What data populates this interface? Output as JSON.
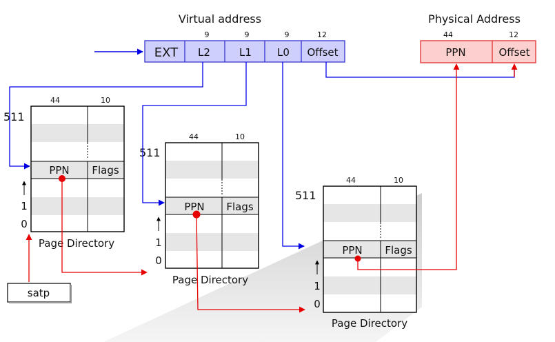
{
  "virtual": {
    "title": "Virtual address",
    "fields": [
      {
        "label": "EXT",
        "bits": ""
      },
      {
        "label": "L2",
        "bits": "9"
      },
      {
        "label": "L1",
        "bits": "9"
      },
      {
        "label": "L0",
        "bits": "9"
      },
      {
        "label": "Offset",
        "bits": "12"
      }
    ]
  },
  "physical": {
    "title": "Physical Address",
    "fields": [
      {
        "label": "PPN",
        "bits": "44"
      },
      {
        "label": "Offset",
        "bits": "12"
      }
    ]
  },
  "tables": [
    {
      "caption": "Page Directory",
      "top_index": "511",
      "index_one": "1",
      "index_zero": "0",
      "col_bits": [
        "44",
        "10"
      ],
      "entry_cols": [
        "PPN",
        "Flags"
      ]
    },
    {
      "caption": "Page Directory",
      "top_index": "511",
      "index_one": "1",
      "index_zero": "0",
      "col_bits": [
        "44",
        "10"
      ],
      "entry_cols": [
        "PPN",
        "Flags"
      ]
    },
    {
      "caption": "Page Directory",
      "top_index": "511",
      "index_one": "1",
      "index_zero": "0",
      "col_bits": [
        "44",
        "10"
      ],
      "entry_cols": [
        "PPN",
        "Flags"
      ]
    }
  ],
  "satp": {
    "label": "satp"
  },
  "colors": {
    "virtual_fill": "#cfcffb",
    "virtual_stroke": "#3535cf",
    "physical_fill": "#fdd0d0",
    "physical_stroke": "#e03030",
    "blue_arrow": "#0000e6",
    "red_arrow": "#e60000",
    "stripe": "#e6e6e6"
  }
}
